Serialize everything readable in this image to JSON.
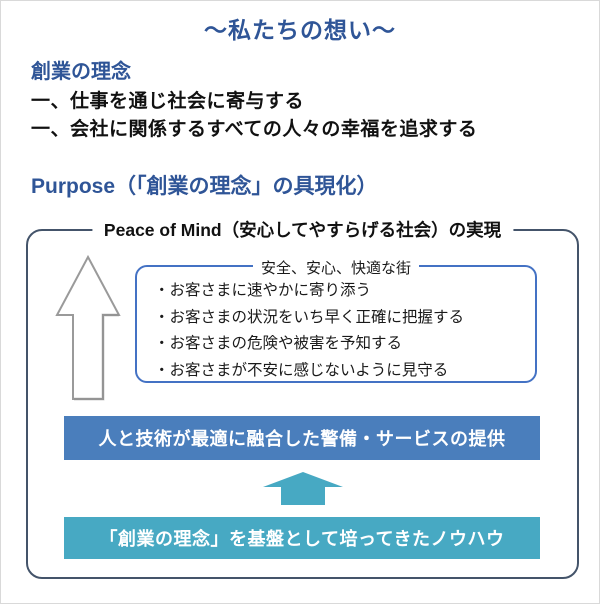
{
  "page": {
    "title": "〜私たちの想い〜"
  },
  "founding_philosophy": {
    "heading": "創業の理念",
    "line1": "一、仕事を通じ社会に寄与する",
    "line2": "一、会社に関係するすべての人々の幸福を追求する"
  },
  "purpose": {
    "heading": "Purpose（「創業の理念」の具現化）",
    "frame_title": "Peace of Mind（安心してやすらげる社会）の実現",
    "city_box": {
      "title": "安全、安心、快適な街",
      "bullets": [
        "・お客さまに速やかに寄り添う",
        "・お客さまの状況をいち早く正確に把握する",
        "・お客さまの危険や被害を予知する",
        "・お客さまが不安に感じないように見守る"
      ]
    },
    "service_banner": "人と技術が最適に融合した警備・サービスの提供",
    "foundation_banner": "「創業の理念」を基盤として培ってきたノウハウ"
  },
  "icons": {
    "white_up_arrow": "up-arrow-outline",
    "teal_up_arrow": "up-arrow-solid"
  },
  "colors": {
    "heading_blue": "#2F5597",
    "outer_frame_border": "#44546A",
    "city_box_border": "#4472C4",
    "service_banner_bg": "#4A7EBC",
    "foundation_banner_bg": "#47A9C3",
    "body_text": "#111111",
    "banner_text": "#FFFFFF"
  }
}
